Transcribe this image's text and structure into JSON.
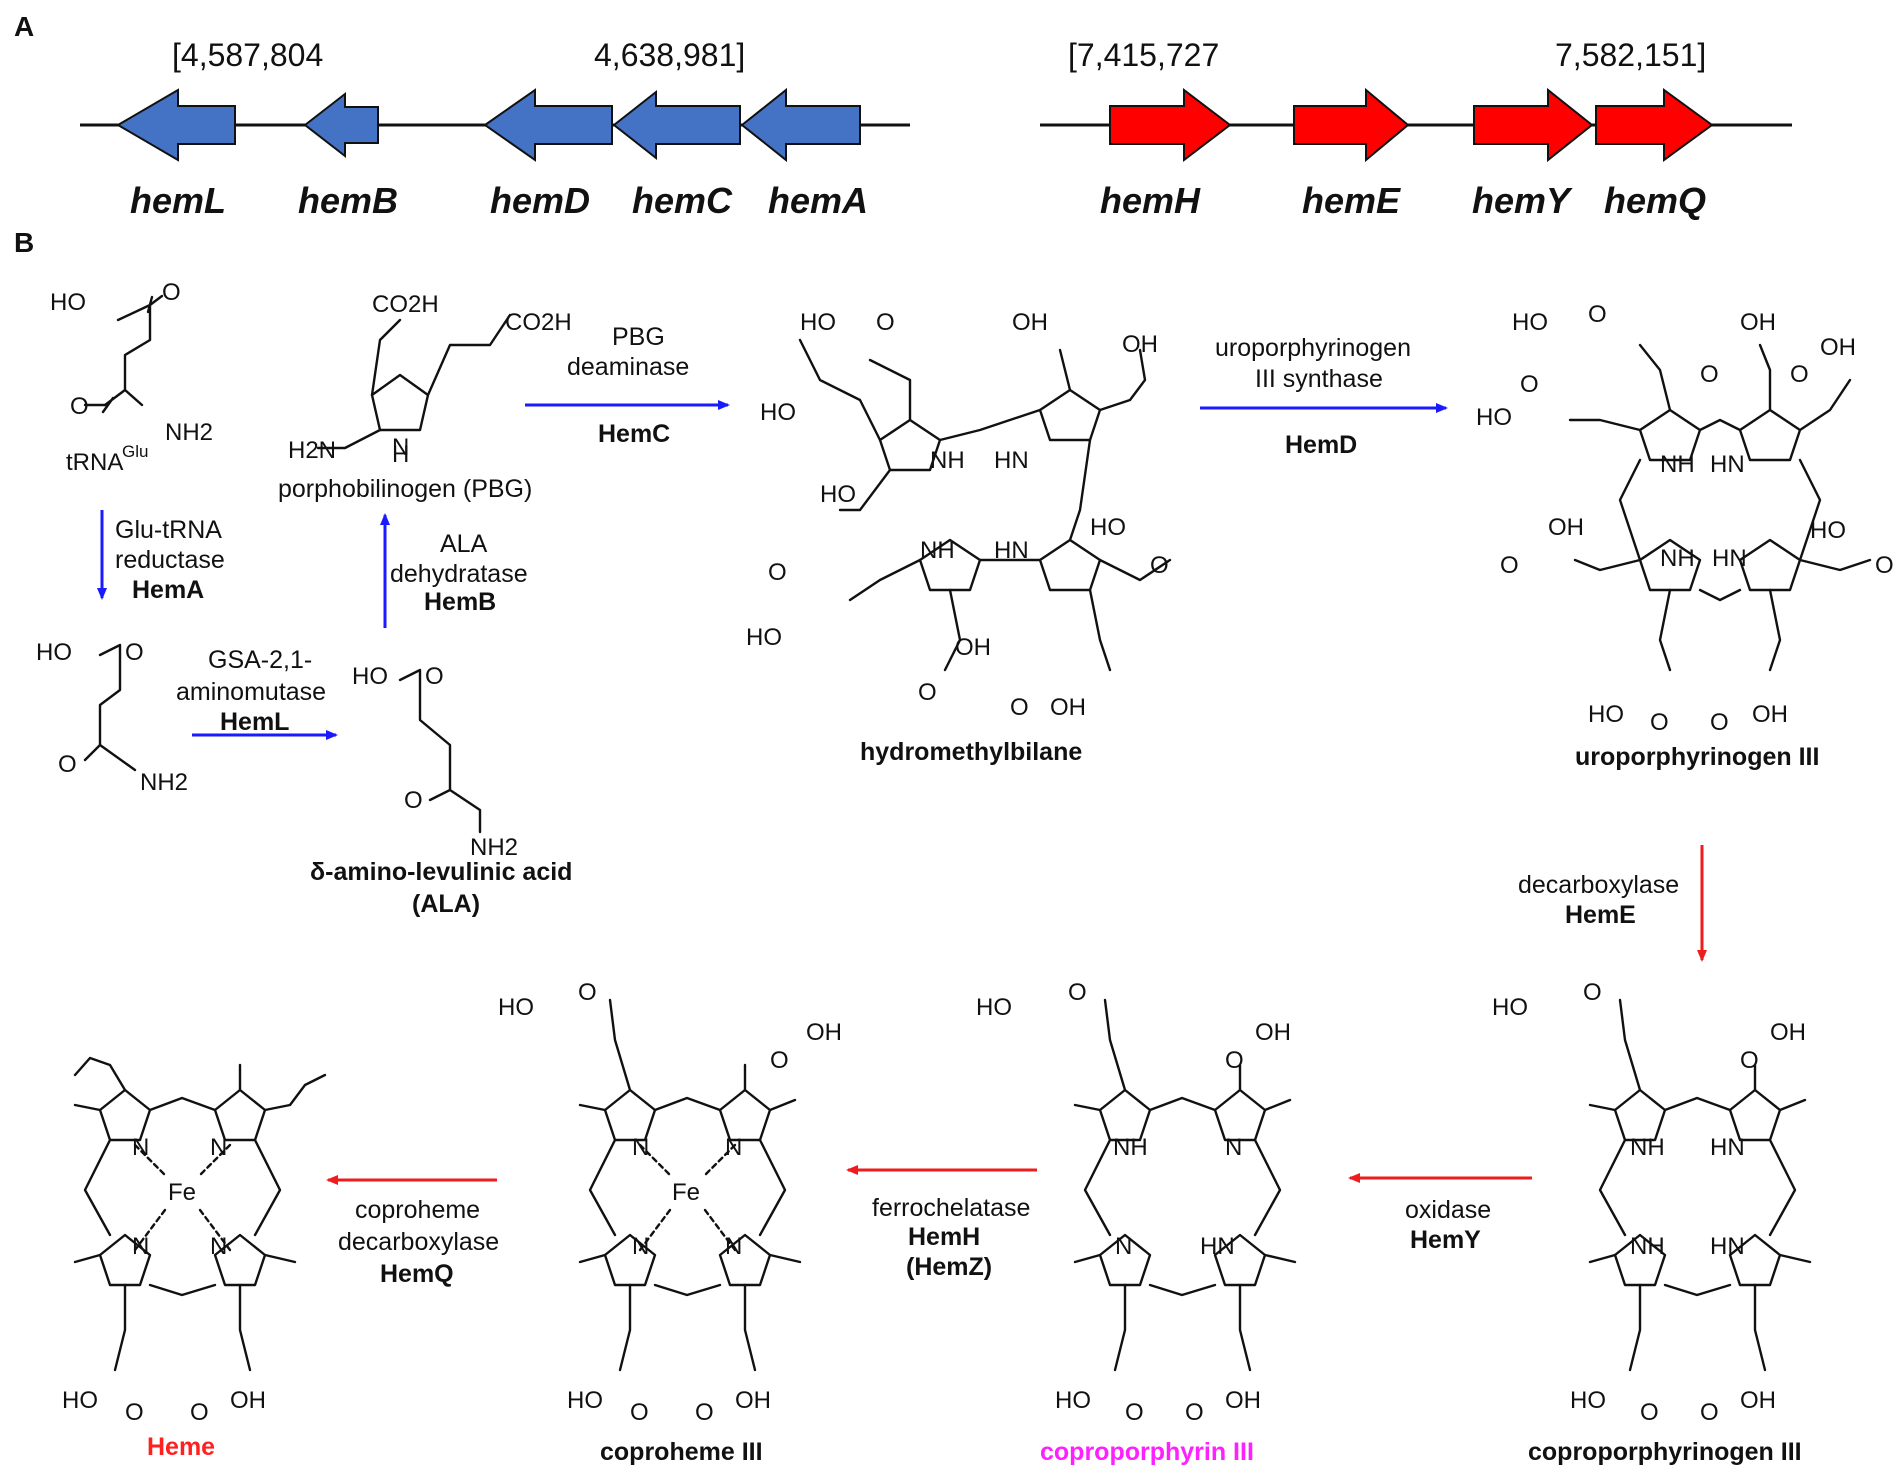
{
  "panel_a": {
    "label": "A",
    "cluster_left": {
      "start": "[4,587,804",
      "end": "4,638,981]",
      "genes": [
        "hemL",
        "hemB",
        "hemD",
        "hemC",
        "hemA"
      ],
      "color": "#4472C4"
    },
    "cluster_right": {
      "start": "[7,415,727",
      "end": "7,582,151]",
      "genes": [
        "hemH",
        "hemE",
        "hemY",
        "hemQ"
      ],
      "color": "#FF0000"
    }
  },
  "panel_b": {
    "label": "B",
    "compounds": {
      "glu_trna": "tRNA",
      "glu_sup": "Glu",
      "pbg": "porphobilinogen (PBG)",
      "ala_line1": "δ-amino-levulinic acid",
      "ala_line2": "(ALA)",
      "hmb": "hydromethylbilane",
      "uro": "uroporphyrinogen III",
      "copro_gen": "coproporphyrinogen III",
      "copro": "coproporphyrin III",
      "coproheme": "coproheme III",
      "heme": "Heme"
    },
    "steps": {
      "hemA": {
        "line1": "Glu-tRNA",
        "line2": "reductase",
        "enzyme": "HemA"
      },
      "hemL": {
        "line1": "GSA-2,1-",
        "line2": "aminomutase",
        "enzyme": "HemL"
      },
      "hemB": {
        "line1": "ALA",
        "line2": "dehydratase",
        "enzyme": "HemB"
      },
      "hemC": {
        "line1": "PBG",
        "line2": "deaminase",
        "enzyme": "HemC"
      },
      "hemD": {
        "line1": "uroporphyrinogen",
        "line2": "III synthase",
        "enzyme": "HemD"
      },
      "hemE": {
        "line1": "decarboxylase",
        "enzyme": "HemE"
      },
      "hemY": {
        "line1": "oxidase",
        "enzyme": "HemY"
      },
      "hemH": {
        "line1": "ferrochelatase",
        "enzyme": "HemH",
        "alt": "(HemZ)"
      },
      "hemQ": {
        "line1": "coproheme",
        "line2": "decarboxylase",
        "enzyme": "HemQ"
      }
    },
    "atoms": {
      "ho": "HO",
      "oh": "OH",
      "o": "O",
      "nh": "NH",
      "hn": "HN",
      "n": "N",
      "fe": "Fe",
      "co2h": "CO2H",
      "h2n": "H2N",
      "nh2": "NH2",
      "h": "H"
    },
    "colors": {
      "blue_arrow": "#1a1aff",
      "red_arrow": "#ee1c1c",
      "heme_label": "#ff2020",
      "copro_label": "#ff20ff"
    }
  }
}
